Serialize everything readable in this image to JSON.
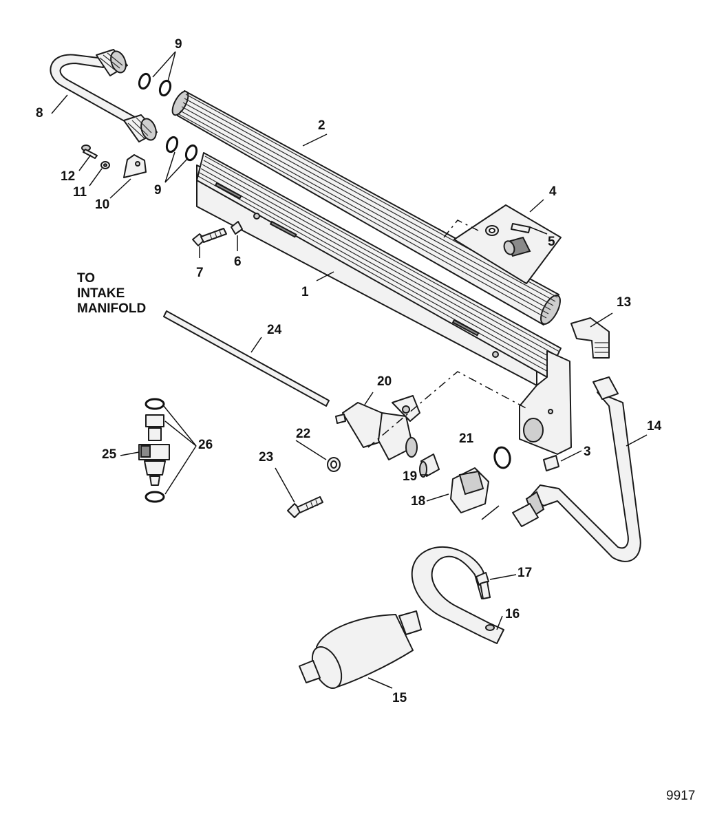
{
  "callouts": {
    "c1": "1",
    "c2": "2",
    "c3": "3",
    "c4": "4",
    "c5": "5",
    "c6": "6",
    "c7": "7",
    "c8": "8",
    "c9a": "9",
    "c9b": "9",
    "c10": "10",
    "c11": "11",
    "c12": "12",
    "c13": "13",
    "c14": "14",
    "c15": "15",
    "c16": "16",
    "c17": "17",
    "c18": "18",
    "c19": "19",
    "c20": "20",
    "c21": "21",
    "c22": "22",
    "c23": "23",
    "c24": "24",
    "c25": "25",
    "c26": "26"
  },
  "note": {
    "line1": "TO",
    "line2": "INTAKE",
    "line3": "MANIFOLD"
  },
  "figure_number": "9917"
}
